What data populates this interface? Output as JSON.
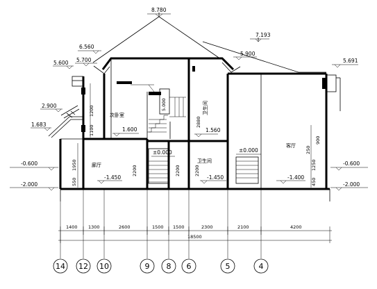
{
  "levels": {
    "ridge": "8.780",
    "right_roof": "7.193",
    "eave_left_upper": "6.560",
    "eave_left_mid": "5.700",
    "eave_left_low": "5.600",
    "eave_center_right": "5.900",
    "eave_right": "5.691",
    "canopy": "2.900",
    "canopy_low": "1.683",
    "floor2_left": "1.600",
    "floor2_mid": "1.560",
    "ground_left": "±0.000",
    "ground_right": "±0.000",
    "lower_left": "-1.450",
    "lower_mid": "-1.450",
    "lower_right": "-1.400",
    "outside_left_1": "-0.600",
    "outside_left_2": "-2.000",
    "outside_right_1": "-0.600",
    "outside_right_2": "-2.000",
    "stair_top": "5.000"
  },
  "rooms": {
    "bedroom": "次卧室",
    "bath_upper": "卫生间",
    "corridor": "廊厅",
    "bath_lower": "卫生间",
    "living": "客厅"
  },
  "vertical_dims": {
    "left_upper_a": "1200",
    "left_upper_b": "1100",
    "left_lower_a": "1950",
    "left_lower_b": "550",
    "stair_a": "2200",
    "stair_b": "2200",
    "bath_a": "2200",
    "bath_mid": "2880",
    "right_a": "900",
    "right_b": "250",
    "right_c": "1250",
    "right_d": "450"
  },
  "horizontal_dims": {
    "segments": [
      "1400",
      "1300",
      "2600",
      "1500",
      "1500",
      "2300",
      "2100",
      "4200"
    ],
    "total": "18500"
  },
  "axes": [
    "14",
    "12",
    "10",
    "9",
    "8",
    "6",
    "5",
    "4"
  ]
}
